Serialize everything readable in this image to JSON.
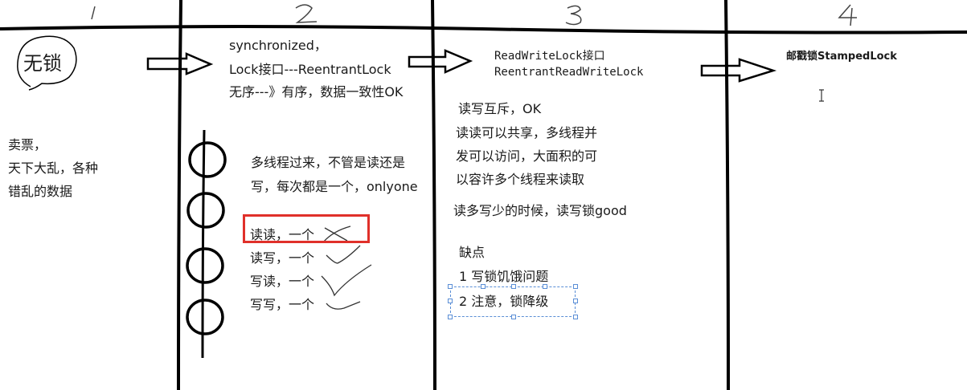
{
  "columns": {
    "c1": "1",
    "c2": "2",
    "c3": "3",
    "c4": "4"
  },
  "col1": {
    "bubble": "无锁",
    "note": [
      "卖票，",
      "天下大乱，各种",
      "错乱的数据"
    ]
  },
  "col2": {
    "top": [
      "synchronized，",
      "Lock接口---ReentrantLock",
      "无序---》有序，数据一致性OK"
    ],
    "desc": [
      "多线程过来，不管是读还是",
      "写，每次都是一个，onlyone"
    ],
    "cases": [
      "读读，一个",
      "读写，一个",
      "写读，一个",
      "写写，一个"
    ]
  },
  "col3": {
    "mono": [
      "ReadWriteLock接口",
      "ReentrantReadWriteLock"
    ],
    "body": [
      "读写互斥，OK",
      "读读可以共享，多线程并",
      "发可以访问，大面积的可",
      "以容许多个线程来读取"
    ],
    "summary": "读多写少的时候，读写锁good",
    "cons_title": "缺点",
    "cons": [
      "1 写锁饥饿问题",
      "2 注意，锁降级"
    ]
  },
  "col4": {
    "title": "邮戳锁StampedLock"
  },
  "colors": {
    "ink": "#000000",
    "highlight": "#e0302a",
    "selection": "#5a8ed6"
  }
}
